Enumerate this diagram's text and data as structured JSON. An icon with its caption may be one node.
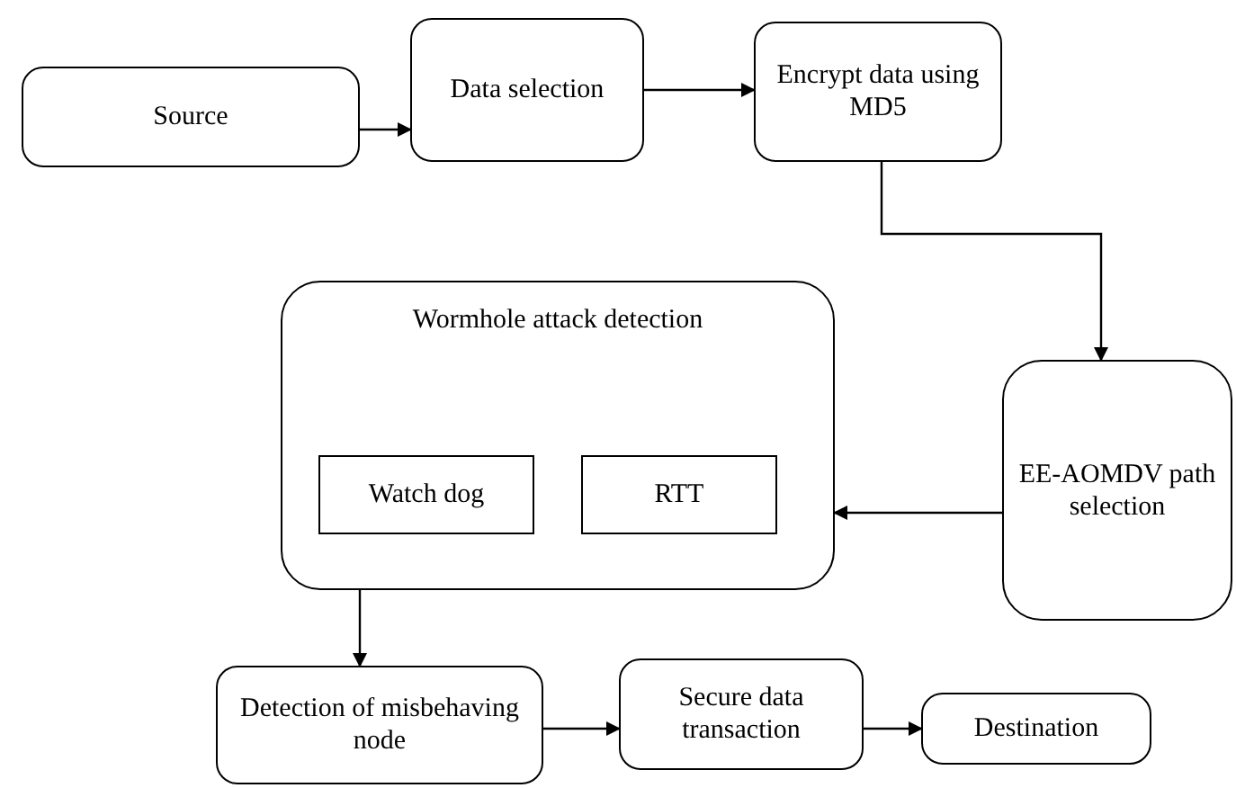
{
  "diagram": {
    "nodes": [
      {
        "text": [
          "Source"
        ]
      },
      {
        "text": [
          "Data selection"
        ]
      },
      {
        "text": [
          "Encrypt data using MD5"
        ]
      },
      {
        "text": [
          "Wormhole attack detection"
        ]
      },
      {
        "text": [
          "Watch dog"
        ],
        "in": 3
      },
      {
        "text": [
          "RTT"
        ],
        "in": 3
      },
      {
        "text": [
          "EE-AOMDV path selection"
        ]
      },
      {
        "text": [
          "Detection of misbehaving node"
        ]
      },
      {
        "text": [
          "Secure data transaction"
        ]
      },
      {
        "text": [
          "Destination"
        ]
      }
    ],
    "edges": [
      {
        "from": 0,
        "to": 1,
        "arrow": "to"
      },
      {
        "from": 1,
        "to": 2,
        "arrow": "to"
      },
      {
        "from": 2,
        "to": 6,
        "arrow": "to"
      },
      {
        "from": 6,
        "to": 3,
        "arrow": "to"
      },
      {
        "from": 3,
        "to": 7,
        "arrow": "to"
      },
      {
        "from": 7,
        "to": 8,
        "arrow": "to"
      },
      {
        "from": 8,
        "to": 9,
        "arrow": "to"
      }
    ]
  }
}
